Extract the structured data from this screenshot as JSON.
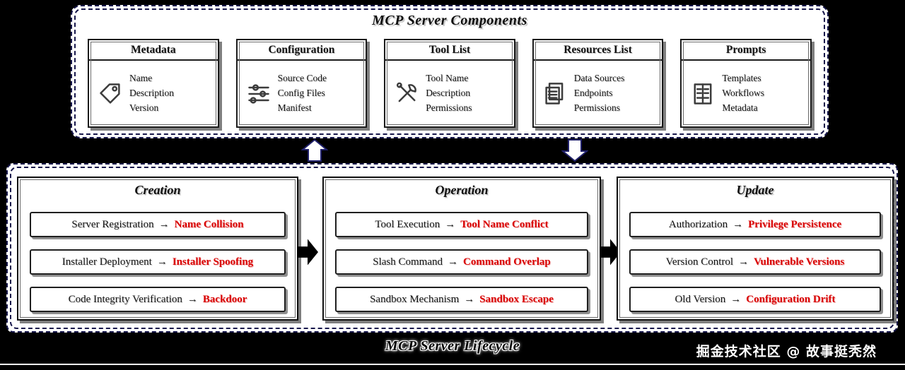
{
  "components": {
    "title": "MCP Server Components",
    "boxes": [
      {
        "title": "Metadata",
        "icon": "tag-icon",
        "items": [
          "Name",
          "Description",
          "Version"
        ]
      },
      {
        "title": "Configuration",
        "icon": "sliders-icon",
        "items": [
          "Source Code",
          "Config Files",
          "Manifest"
        ]
      },
      {
        "title": "Tool List",
        "icon": "tools-icon",
        "items": [
          "Tool Name",
          "Description",
          "Permissions"
        ]
      },
      {
        "title": "Resources List",
        "icon": "documents-icon",
        "items": [
          "Data Sources",
          "Endpoints",
          "Permissions"
        ]
      },
      {
        "title": "Prompts",
        "icon": "prompt-doc-icon",
        "items": [
          "Templates",
          "Workflows",
          "Metadata"
        ]
      }
    ]
  },
  "lifecycle": {
    "title": "MCP Server Lifecycle",
    "stages": [
      {
        "title": "Creation",
        "rows": [
          {
            "step": "Server Registration",
            "risk": "Name Collision"
          },
          {
            "step": "Installer Deployment",
            "risk": "Installer Spoofing"
          },
          {
            "step": "Code Integrity Verification",
            "risk": "Backdoor"
          }
        ]
      },
      {
        "title": "Operation",
        "rows": [
          {
            "step": "Tool Execution",
            "risk": "Tool Name Conflict"
          },
          {
            "step": "Slash Command",
            "risk": "Command Overlap"
          },
          {
            "step": "Sandbox Mechanism",
            "risk": "Sandbox Escape"
          }
        ]
      },
      {
        "title": "Update",
        "rows": [
          {
            "step": "Authorization",
            "risk": "Privilege Persistence"
          },
          {
            "step": "Version Control",
            "risk": "Vulnerable Versions"
          },
          {
            "step": "Old Version",
            "risk": "Configuration Drift"
          }
        ]
      }
    ]
  },
  "glyphs": {
    "arrow": "→"
  },
  "watermark": "掘金技术社区 @ 故事挺秃然",
  "colors": {
    "background": "#000000",
    "box": "#ffffff",
    "risk_text": "#d90000",
    "panel_border": "#16164a"
  }
}
